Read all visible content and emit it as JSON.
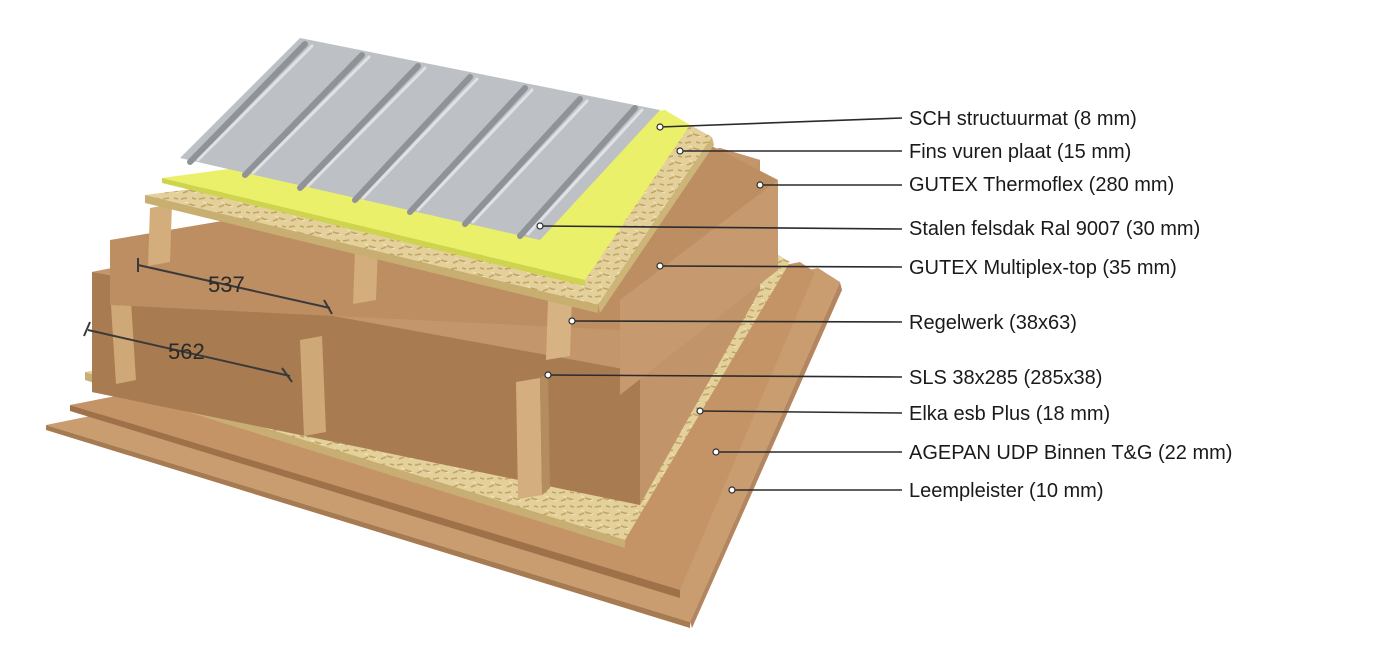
{
  "layers": [
    {
      "label": "SCH structuurmat (8 mm)"
    },
    {
      "label": "Fins vuren plaat (15 mm)"
    },
    {
      "label": "GUTEX Thermoflex (280 mm)"
    },
    {
      "label": "Stalen felsdak Ral 9007 (30 mm)"
    },
    {
      "label": "GUTEX Multiplex-top (35 mm)"
    },
    {
      "label": "Regelwerk (38x63)"
    },
    {
      "label": "SLS 38x285 (285x38)"
    },
    {
      "label": "Elka esb Plus (18 mm)"
    },
    {
      "label": "AGEPAN UDP Binnen T&G (22 mm)"
    },
    {
      "label": "Leempleister (10 mm)"
    }
  ],
  "dimensions": [
    {
      "value": "537"
    },
    {
      "value": "562"
    }
  ],
  "colors": {
    "leader": "#2b2b2b",
    "steel": "#b9bcc0",
    "yellow_mat": "#eaf06a",
    "osb": "#e2cf96",
    "fibre": "#b98a5e",
    "timber": "#cfa877",
    "base": "#c79a6c"
  }
}
